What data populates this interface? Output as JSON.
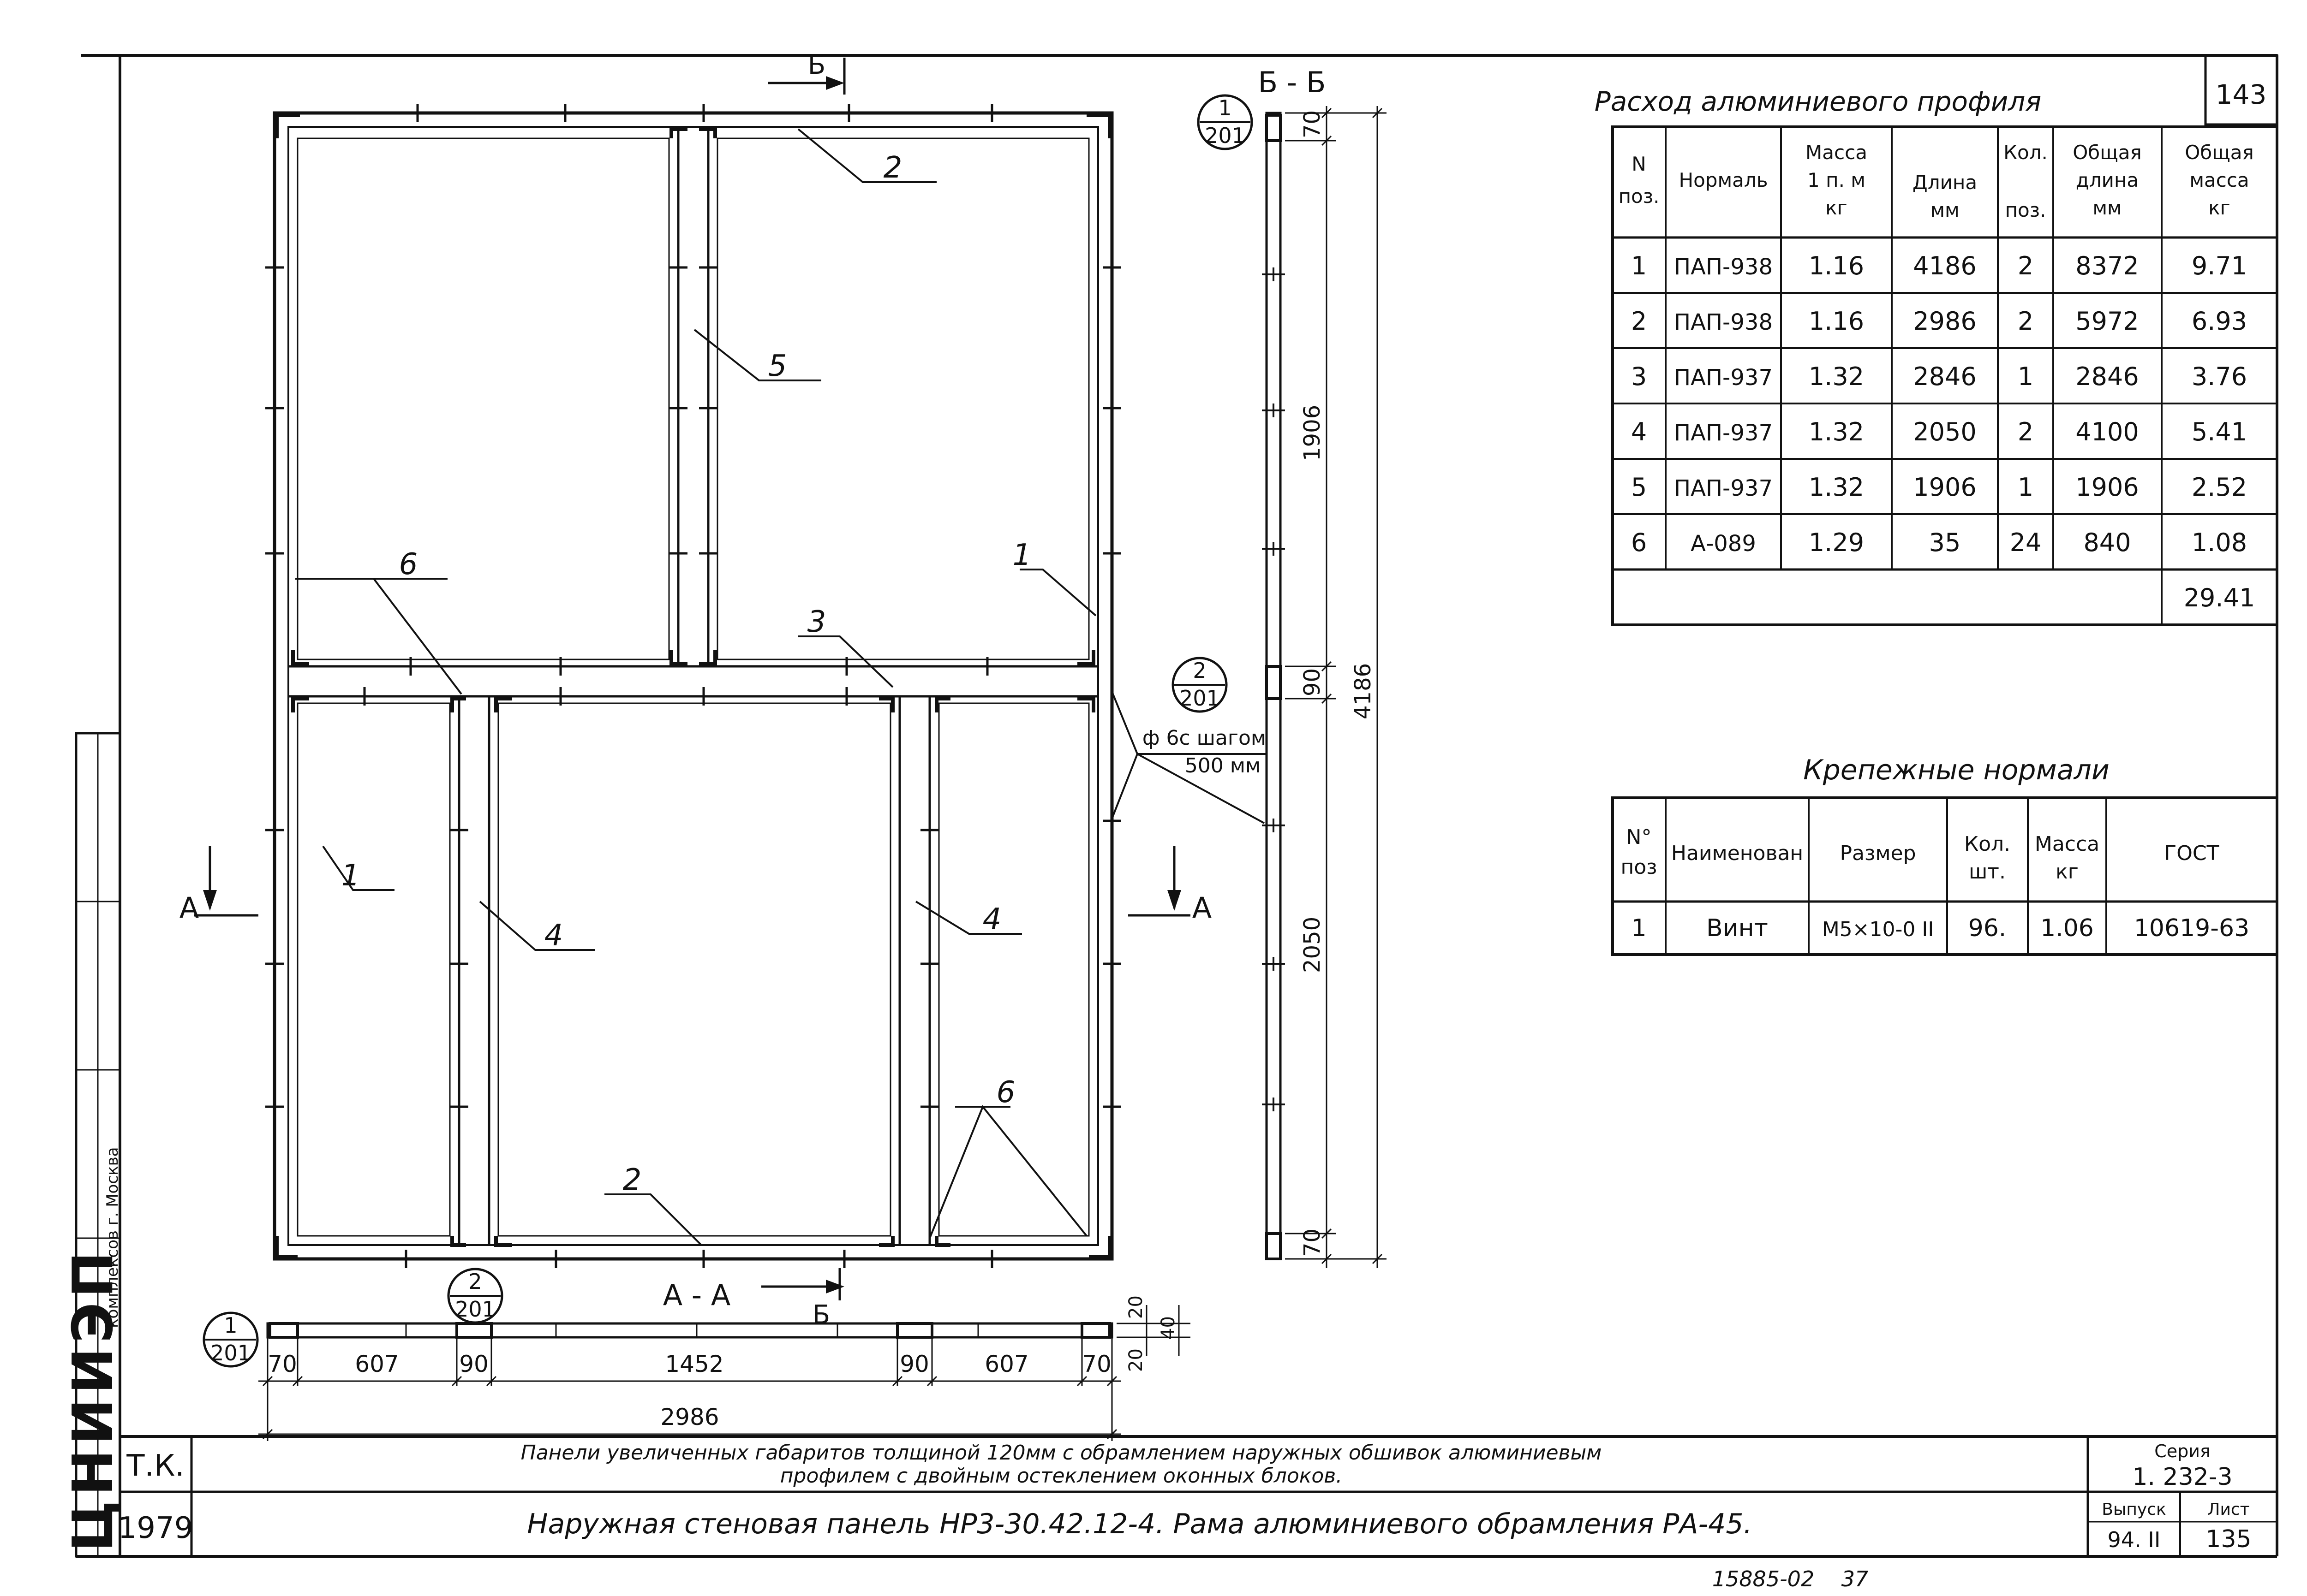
{
  "sheet_corner_number": "143",
  "profile_table": {
    "title": "Расход алюминиевого профиля",
    "headers": [
      [
        "N",
        "поз."
      ],
      [
        "Нормаль"
      ],
      [
        "Масса",
        "1 п. м",
        "кг"
      ],
      [
        "Длина",
        "мм"
      ],
      [
        "Кол.",
        "поз."
      ],
      [
        "Общая",
        "длина",
        "мм"
      ],
      [
        "Общая",
        "масса",
        "кг"
      ]
    ],
    "rows": [
      [
        "1",
        "ПАП-938",
        "1.16",
        "4186",
        "2",
        "8372",
        "9.71"
      ],
      [
        "2",
        "ПАП-938",
        "1.16",
        "2986",
        "2",
        "5972",
        "6.93"
      ],
      [
        "3",
        "ПАП-937",
        "1.32",
        "2846",
        "1",
        "2846",
        "3.76"
      ],
      [
        "4",
        "ПАП-937",
        "1.32",
        "2050",
        "2",
        "4100",
        "5.41"
      ],
      [
        "5",
        "ПАП-937",
        "1.32",
        "1906",
        "1",
        "1906",
        "2.52"
      ],
      [
        "6",
        "А-089",
        "1.29",
        "35",
        "24",
        "840",
        "1.08"
      ]
    ],
    "total": "29.41"
  },
  "fastener_table": {
    "title": "Крепежные нормали",
    "headers": [
      [
        "N°",
        "поз"
      ],
      [
        "Наименован"
      ],
      [
        "Размер"
      ],
      [
        "Кол.",
        "шт."
      ],
      [
        "Масса",
        "кг"
      ],
      [
        "ГОСТ"
      ]
    ],
    "rows": [
      [
        "1",
        "Винт",
        "М5×10-0 II",
        "96.",
        "1.06",
        "10619-63"
      ]
    ]
  },
  "drawing": {
    "position_labels": [
      "1",
      "1",
      "2",
      "2",
      "3",
      "4",
      "4",
      "5",
      "6",
      "6"
    ],
    "section_cut_b": "Б",
    "section_cut_a": "А",
    "section_aa_title": "А - А",
    "section_bb_title": "Б - Б",
    "node_callouts": [
      {
        "top": "1",
        "bottom": "201"
      },
      {
        "top": "2",
        "bottom": "201"
      },
      {
        "top": "2",
        "bottom": "201"
      },
      {
        "top": "1",
        "bottom": "201"
      }
    ],
    "hole_note_line1": "ф 6с шагом",
    "hole_note_line2": "500 мм",
    "dims_horizontal": [
      "70",
      "607",
      "90",
      "1452",
      "90",
      "607",
      "70"
    ],
    "dim_overall_width": "2986",
    "dims_vertical": [
      "70",
      "1906",
      "90",
      "2050",
      "70"
    ],
    "dim_overall_height": "4186",
    "dims_section_thickness": [
      "20",
      "40",
      "20"
    ]
  },
  "title_block": {
    "org_vertical": "ЦНИИЭП",
    "org_subtitle": "комплексов г. Москва",
    "code": "Т.К.",
    "year": "1979",
    "line1": "Панели увеличенных габаритов толщиной 120мм с обрамлением наружных обшивок алюминиевым",
    "line2": "профилем с двойным остеклением оконных блоков.",
    "main_title": "Наружная стеновая панель НР3-30.42.12-4. Рама алюминиевого обрамления РА-45.",
    "series_label": "Серия",
    "series_value": "1. 232-3",
    "issue_label": "Выпуск",
    "issue_value": "94. II",
    "sheet_label": "Лист",
    "sheet_value": "135"
  },
  "footer_stamp": "15885-02    37"
}
